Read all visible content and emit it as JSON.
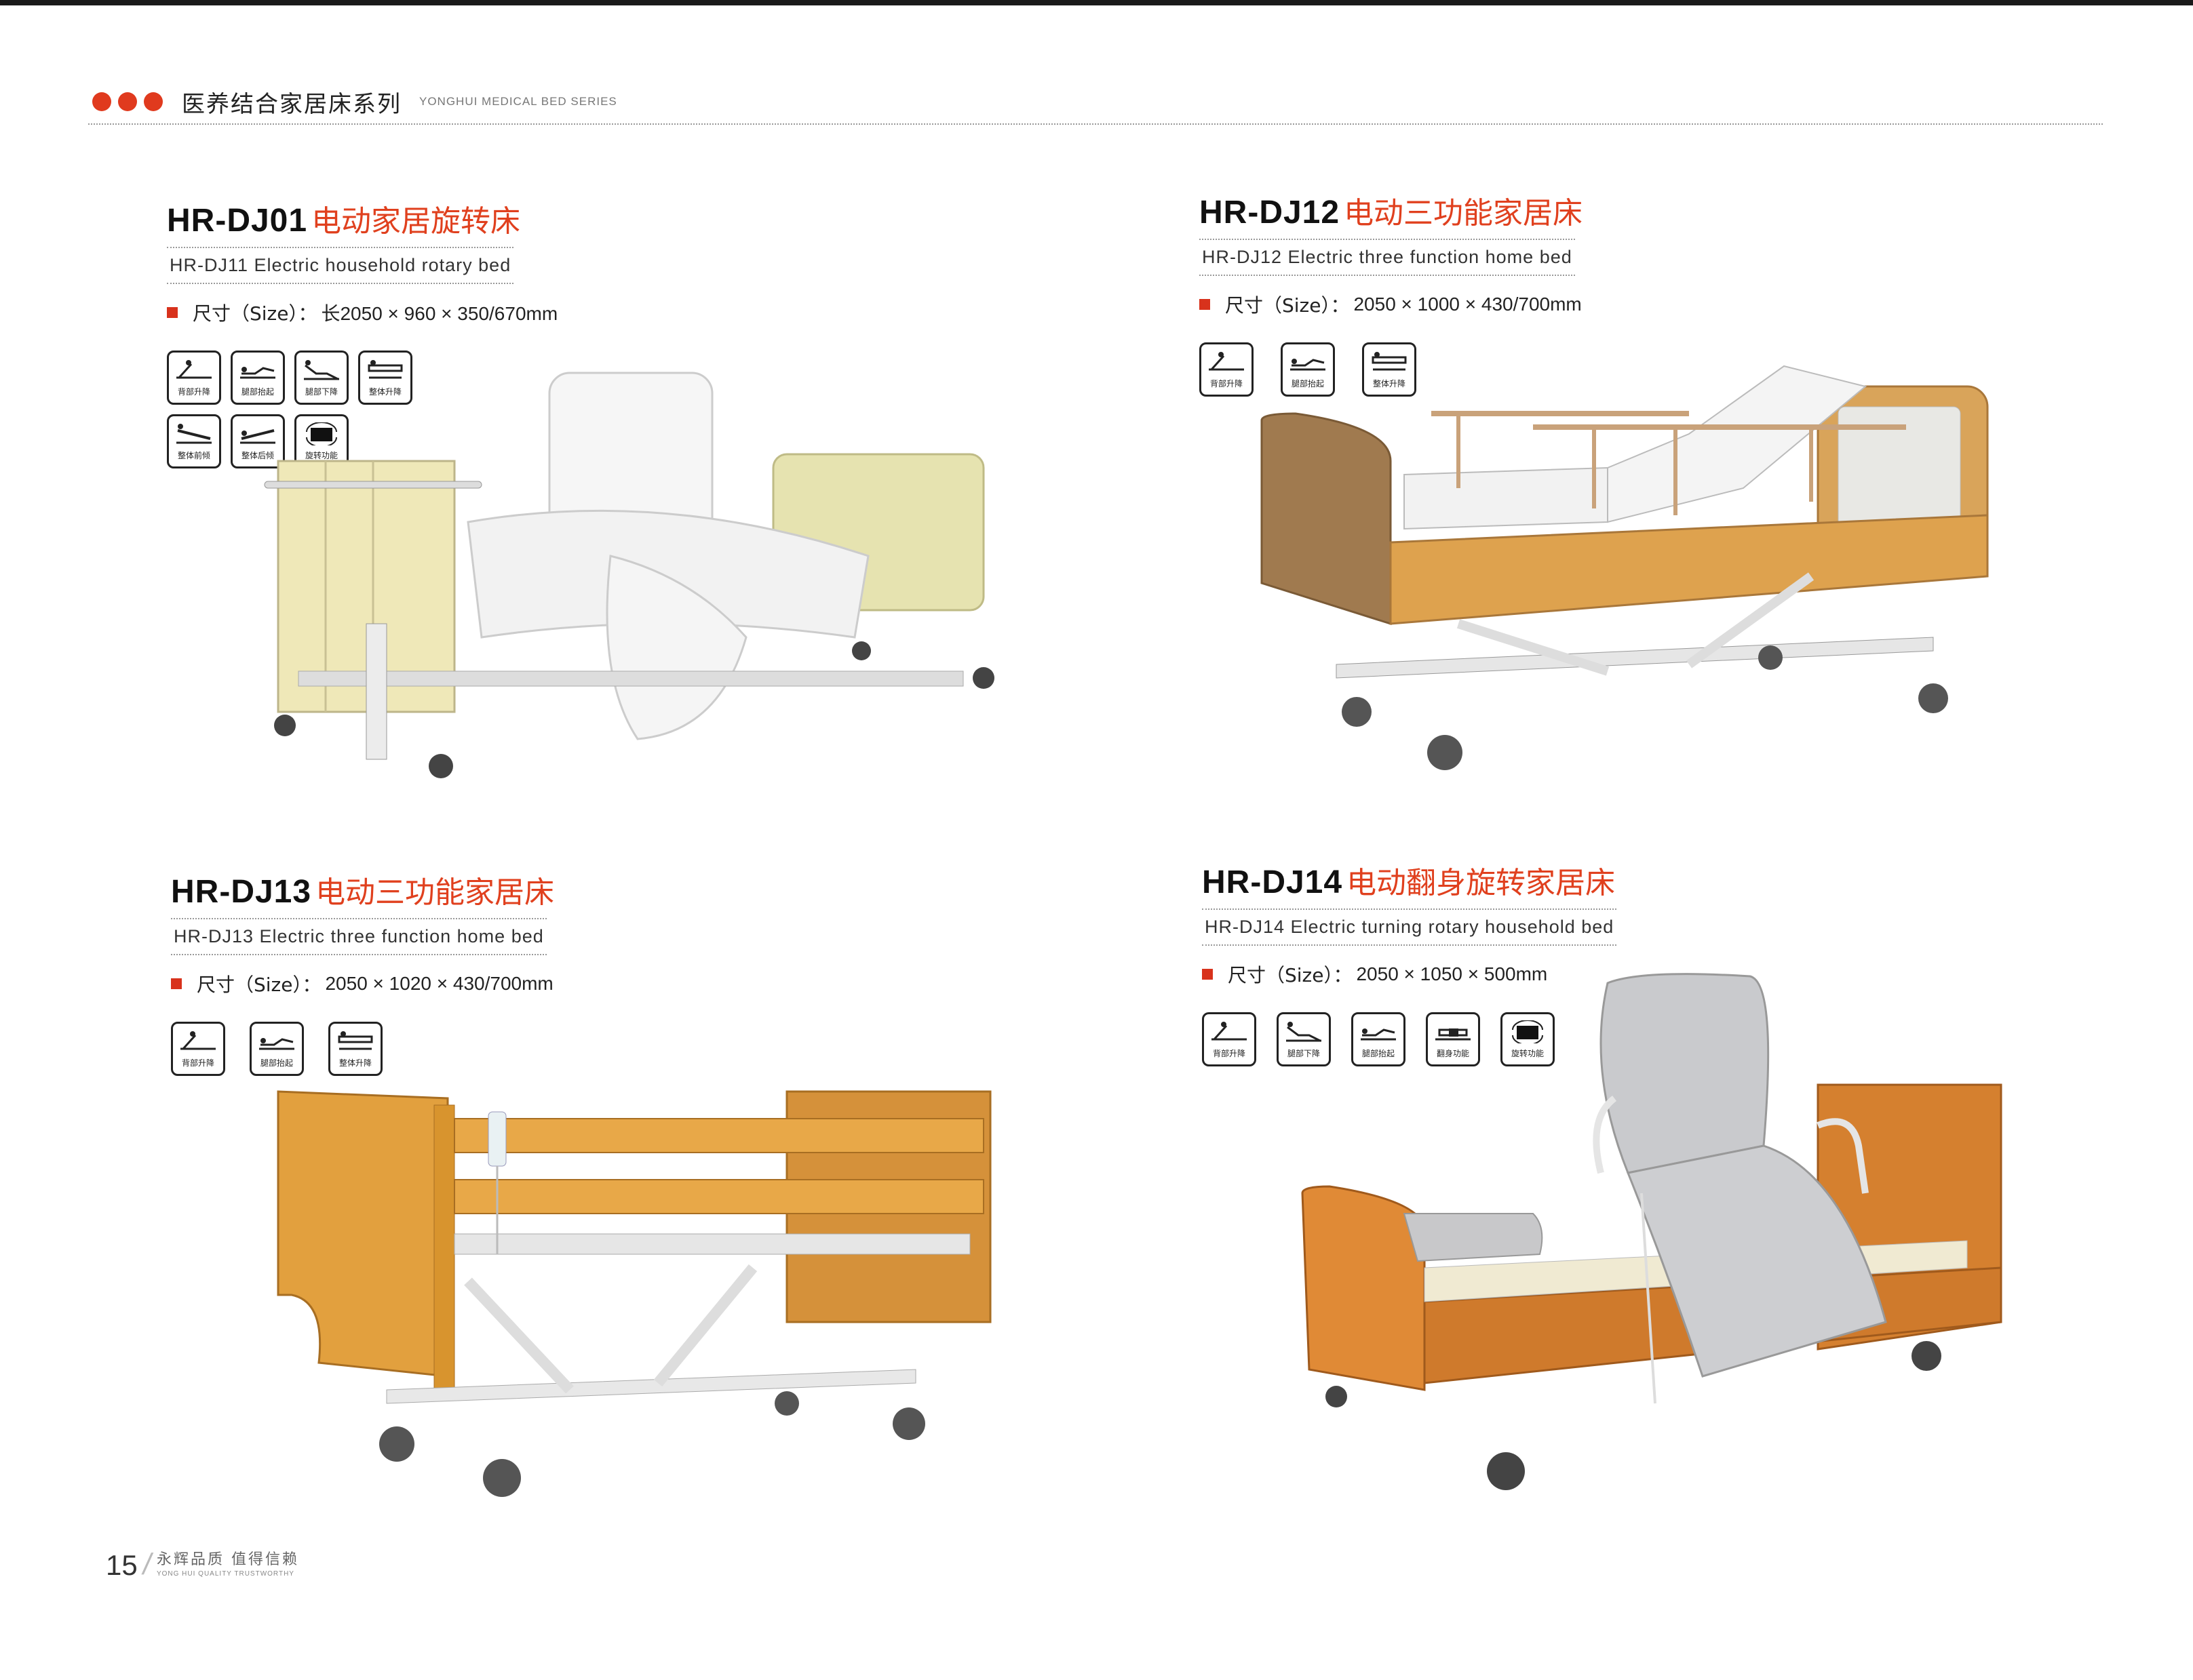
{
  "header": {
    "title_cn": "医养结合家居床系列",
    "title_en": "YONGHUI MEDICAL BED SERIES",
    "accent": "#e03a1e"
  },
  "products": [
    {
      "model": "HR-DJ01",
      "name_cn": "电动家居旋转床",
      "name_en": "HR-DJ11 Electric household rotary bed",
      "size_label": "尺寸（Size）：",
      "size_value": "长2050 × 960 × 350/670mm",
      "functions": [
        {
          "icon": "back-raise-icon",
          "label": "背部升降"
        },
        {
          "icon": "leg-raise-icon",
          "label": "腿部抬起"
        },
        {
          "icon": "foot-lower-icon",
          "label": "腿部下降"
        },
        {
          "icon": "lift-icon",
          "label": "整体升降"
        },
        {
          "icon": "tilt-forward-icon",
          "label": "整体前倾"
        },
        {
          "icon": "tilt-back-icon",
          "label": "整体后倾"
        },
        {
          "icon": "rotate-icon",
          "label": "旋转功能"
        }
      ]
    },
    {
      "model": "HR-DJ12",
      "name_cn": "电动三功能家居床",
      "name_en": "HR-DJ12 Electric three function home bed",
      "size_label": "尺寸（Size）：",
      "size_value": "2050 × 1000 × 430/700mm",
      "functions": [
        {
          "icon": "back-raise-icon",
          "label": "背部升降"
        },
        {
          "icon": "leg-raise-icon",
          "label": "腿部抬起"
        },
        {
          "icon": "lift-icon",
          "label": "整体升降"
        }
      ]
    },
    {
      "model": "HR-DJ13",
      "name_cn": "电动三功能家居床",
      "name_en": "HR-DJ13 Electric three function home bed",
      "size_label": "尺寸（Size）：",
      "size_value": "2050 × 1020 × 430/700mm",
      "functions": [
        {
          "icon": "back-raise-icon",
          "label": "背部升降"
        },
        {
          "icon": "leg-raise-icon",
          "label": "腿部抬起"
        },
        {
          "icon": "lift-icon",
          "label": "整体升降"
        }
      ]
    },
    {
      "model": "HR-DJ14",
      "name_cn": "电动翻身旋转家居床",
      "name_en": "HR-DJ14 Electric turning rotary household bed",
      "size_label": "尺寸（Size）：",
      "size_value": "2050 × 1050 × 500mm",
      "functions": [
        {
          "icon": "back-raise-icon",
          "label": "背部升降"
        },
        {
          "icon": "foot-lower-icon",
          "label": "腿部下降"
        },
        {
          "icon": "leg-raise-icon",
          "label": "腿部抬起"
        },
        {
          "icon": "turn-over-icon",
          "label": "翻身功能"
        },
        {
          "icon": "rotate-icon",
          "label": "旋转功能"
        }
      ]
    }
  ],
  "footer": {
    "page_number": "15",
    "slogan_cn": "永辉品质  值得信赖",
    "slogan_en": "YONG HUI QUALITY TRUSTWORTHY"
  }
}
